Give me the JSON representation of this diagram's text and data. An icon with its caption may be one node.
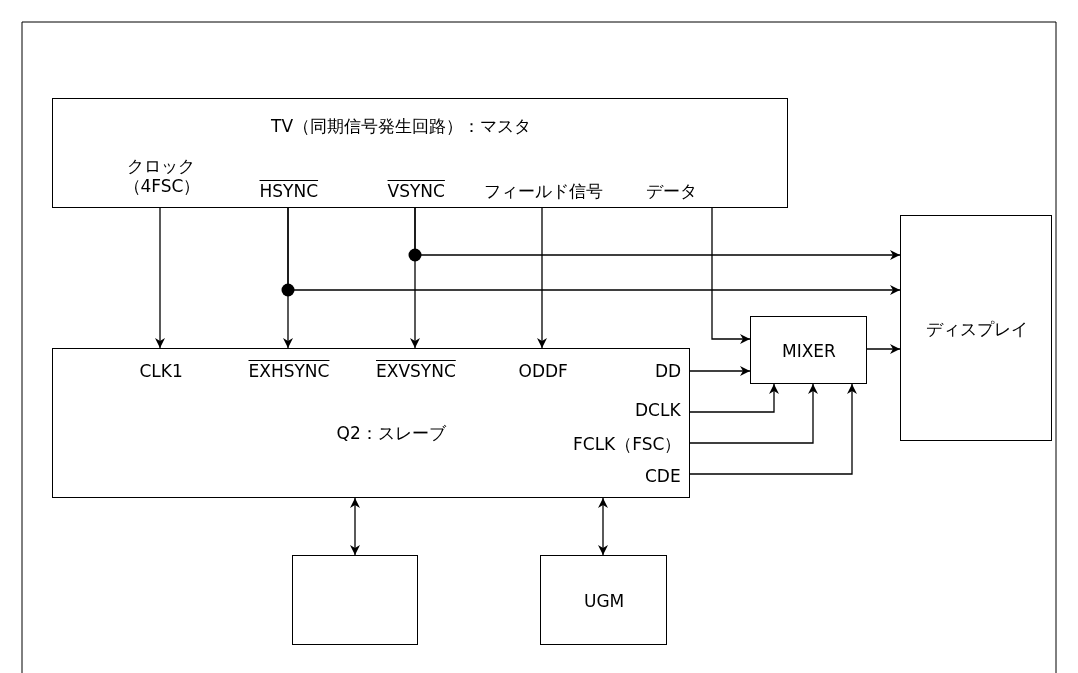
{
  "diagram": {
    "nodes": [
      {
        "text": [
          "TV（同期信号発生回路）：マスタ",
          "クロック（4FSC）",
          "HSYNC",
          "VSYNC",
          "フィールド信号",
          "データ"
        ]
      },
      {
        "text": [
          "ディスプレイ"
        ]
      },
      {
        "text": [
          "MIXER"
        ]
      },
      {
        "text": [
          "CLK1",
          "EXHSYNC",
          "EXVSYNC",
          "ODDF",
          "DD",
          "DCLK",
          "Q2：スレーブ",
          "FCLK（FSC）",
          "CDE"
        ]
      },
      {
        "text": [],
        "shape": "box"
      },
      {
        "text": [
          "UGM"
        ]
      }
    ],
    "edges": [
      {
        "from": 0,
        "to": 3,
        "arrow": "to"
      },
      {
        "from": 0,
        "to": 3,
        "arrow": "to"
      },
      {
        "from": 0,
        "to": 3,
        "arrow": "to"
      },
      {
        "from": 0,
        "to": 3,
        "arrow": "to"
      },
      {
        "from": 0,
        "to": 1,
        "arrow": "to"
      },
      {
        "from": 0,
        "to": 1,
        "arrow": "to"
      },
      {
        "from": 0,
        "to": 2,
        "arrow": "to"
      },
      {
        "from": 3,
        "to": 2,
        "arrow": "to"
      },
      {
        "from": 3,
        "to": 2,
        "arrow": "to"
      },
      {
        "from": 3,
        "to": 2,
        "arrow": "to"
      },
      {
        "from": 3,
        "to": 2,
        "arrow": "to"
      },
      {
        "from": 2,
        "to": 1,
        "arrow": "to"
      },
      {
        "from": 3,
        "to": 4,
        "arrow": "both"
      },
      {
        "from": 3,
        "to": 5,
        "arrow": "both"
      }
    ]
  }
}
